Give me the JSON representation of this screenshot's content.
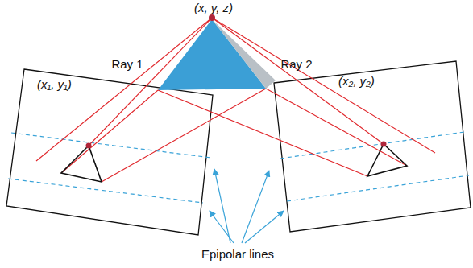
{
  "diagram": {
    "labels": [
      "(x, y, z)",
      "Ray 1",
      "Ray 2",
      "(x₁, y₁)",
      "(x₂, y₂)",
      "Epipolar lines"
    ]
  }
}
